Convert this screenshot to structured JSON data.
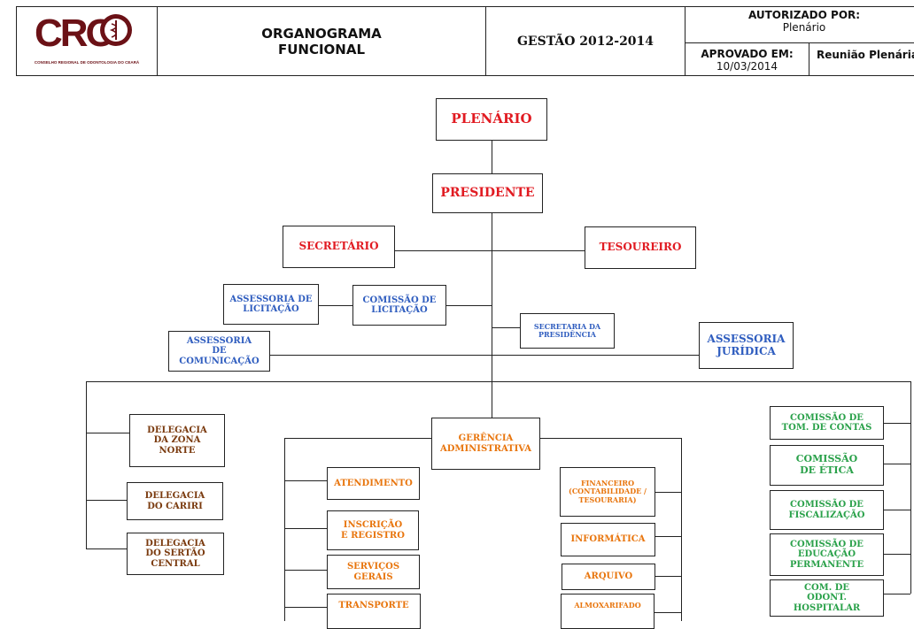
{
  "header": {
    "logo_text": "CRO",
    "logo_caption": "CONSELHO REGIONAL DE ODONTOLOGIA DO CEARÁ",
    "title": "ORGANOGRAMA FUNCIONAL",
    "gestao": "GESTÃO 2012-2014",
    "autorizado_label": "AUTORIZADO POR:",
    "autorizado_value": "Plenário",
    "aprovado_label": "APROVADO EM:",
    "aprovado_value": "10/03/2014",
    "reuniao": "Reunião Plenária"
  },
  "colors": {
    "top_level": "#e11b22",
    "advisory": "#2f5dbf",
    "delegacias": "#7a3a0e",
    "administrativa": "#e8750d",
    "comissoes": "#2aa14a",
    "brand": "#6b1116"
  },
  "org": {
    "plenario": "PLENÁRIO",
    "presidente": "PRESIDENTE",
    "secretario": "SECRETÁRIO",
    "tesoureiro": "TESOUREIRO",
    "assessoria_licitacao": "ASSESSORIA DE LICITAÇÃO",
    "comissao_licitacao": "COMISSÃO DE LICITAÇÃO",
    "secretaria_presidencia": "SECRETARIA DA PRESIDÊNCIA",
    "assessoria_comunicacao": "ASSESSORIA DE COMUNICAÇÃO",
    "assessoria_juridica": "ASSESSORIA JURÍDICA",
    "gerencia_administrativa": "GERÊNCIA ADMINISTRATIVA",
    "delegacias": [
      "DELEGACIA DA ZONA NORTE",
      "DELEGACIA DO CARIRI",
      "DELEGACIA DO SERTÃO CENTRAL"
    ],
    "admin_left": [
      "ATENDIMENTO",
      "INSCRIÇÃO E REGISTRO",
      "SERVIÇOS GERAIS",
      "TRANSPORTE"
    ],
    "admin_right": [
      "FINANCEIRO (CONTABILIDADE / TESOURARIA)",
      "INFORMÁTICA",
      "ARQUIVO",
      "ALMOXARIFADO"
    ],
    "comissoes": [
      "COMISSÃO DE TOM. DE CONTAS",
      "COMISSÃO DE ÉTICA",
      "COMISSÃO DE FISCALIZAÇÃO",
      "COMISSÃO DE EDUCAÇÃO PERMANENTE",
      "COM. DE ODONT. HOSPITALAR"
    ]
  }
}
